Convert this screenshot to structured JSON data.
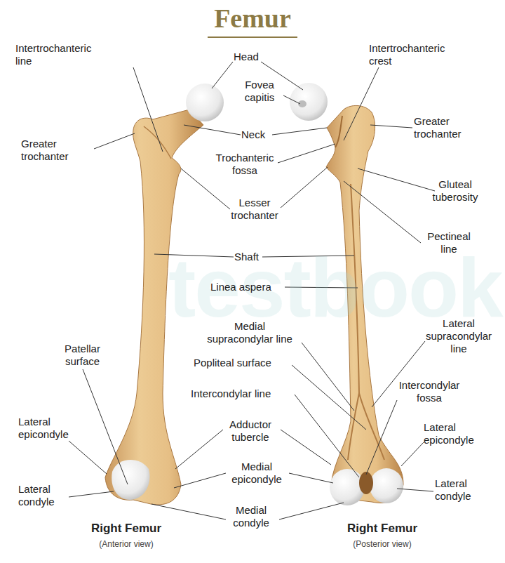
{
  "diagram": {
    "title": "Femur",
    "labels": [
      "testbook",
      "Intertrochanteric line",
      "Greater trochanter",
      "Head",
      "Fovea capitis",
      "Neck",
      "Trochanteric fossa",
      "Lesser trochanter",
      "Shaft",
      "Linea aspera",
      "Medial supracondylar line",
      "Popliteal surface",
      "Intercondylar line",
      "Adductor tubercle",
      "Medial epicondyle",
      "Medial condyle",
      "Patellar surface",
      "Lateral epicondyle",
      "Lateral condyle",
      "Intertrochanteric crest",
      "Greater trochanter",
      "Gluteal tuberosity",
      "Pectineal line",
      "Lateral supracondylar line",
      "Intercondylar fossa",
      "Lateral epicondyle",
      "Lateral condyle",
      "Right Femur",
      "(Anterior view)",
      "Right Femur",
      "(Posterior view)"
    ]
  }
}
